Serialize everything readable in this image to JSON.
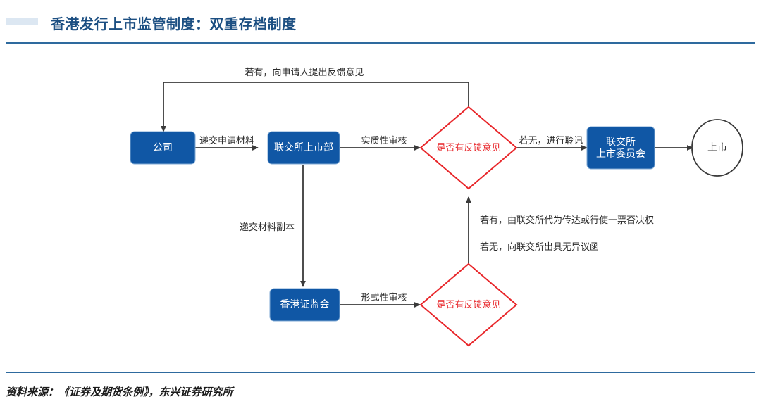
{
  "header": {
    "title": "香港发行上市监管制度：双重存档制度"
  },
  "footer": {
    "source": "资料来源：《证券及期货条例》，东兴证券研究所"
  },
  "colors": {
    "title_blue": "#1c4f82",
    "rule_blue": "#2e6a9e",
    "box_blue": "#1057a5",
    "diamond_red": "#e8262a",
    "arrow_gray": "#3a3a3a",
    "marker_light_blue": "#dce7f2"
  },
  "diagram": {
    "type": "flowchart",
    "nodes": [
      {
        "id": "company",
        "shape": "rounded-rect",
        "label": "公司"
      },
      {
        "id": "hkex-listing",
        "shape": "rounded-rect",
        "label": "联交所上市部"
      },
      {
        "id": "decision-top",
        "shape": "diamond",
        "label": "是否有反馈意见"
      },
      {
        "id": "hkex-committee",
        "shape": "rounded-rect",
        "label_line1": "联交所",
        "label_line2": "上市委员会"
      },
      {
        "id": "listed",
        "shape": "ellipse",
        "label": "上市"
      },
      {
        "id": "sfc",
        "shape": "rounded-rect",
        "label": "香港证监会"
      },
      {
        "id": "decision-bottom",
        "shape": "diamond",
        "label": "是否有反馈意见"
      }
    ],
    "edges": [
      {
        "id": "e-company-hkex",
        "from": "company",
        "to": "hkex-listing",
        "label": "递交申请材料"
      },
      {
        "id": "e-hkex-decision",
        "from": "hkex-listing",
        "to": "decision-top",
        "label": "实质性审核"
      },
      {
        "id": "e-decision-committee",
        "from": "decision-top",
        "to": "hkex-committee",
        "label": "若无，进行聆讯"
      },
      {
        "id": "e-committee-listed",
        "from": "hkex-committee",
        "to": "listed",
        "label": ""
      },
      {
        "id": "e-feedback-loop",
        "from": "decision-top",
        "to": "company",
        "label": "若有，向申请人提出反馈意见"
      },
      {
        "id": "e-hkex-sfc",
        "from": "hkex-listing",
        "to": "sfc",
        "label": "递交材料副本"
      },
      {
        "id": "e-sfc-decision",
        "from": "sfc",
        "to": "decision-bottom",
        "label": "形式性审核"
      },
      {
        "id": "e-decision-up",
        "from": "decision-bottom",
        "to": "decision-top",
        "label_line1": "若有，由联交所代为传达或行使一票否决权",
        "label_line2": "若无，向联交所出具无异议函"
      }
    ]
  }
}
